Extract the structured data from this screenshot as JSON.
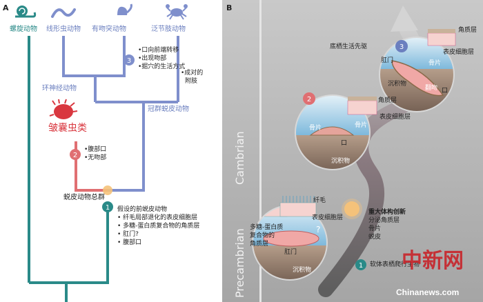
{
  "panel_a": {
    "letter": "A",
    "taxa_top": [
      "螺旋动物",
      "线形虫动物",
      "有吻突动物",
      "泛节肢动物"
    ],
    "clade_labels": {
      "cycloneuralia": "环神经动物",
      "crown_ecdysozoa": "冠群蜕皮动物",
      "palaeoscolecid": "皱囊虫类",
      "total_group": "蜕皮动物总群"
    },
    "node3": {
      "number": "3",
      "traits": [
        "•口向前端转移",
        "•出现吻部",
        "•掘穴的生活方式"
      ]
    },
    "panarthropod_trait": [
      "•成对的",
      "附肢"
    ],
    "node2": {
      "number": "2",
      "traits": [
        "•腹部口",
        "•无吻部"
      ]
    },
    "node1": {
      "number": "1",
      "title": "假设的前蜕皮动物",
      "traits": [
        "• 纤毛局部退化的表皮细胞层",
        "• 多糖-蛋白质复合物的角质层",
        "• 肛门?",
        "• 腹部口"
      ]
    },
    "colors": {
      "teal": "#2a8a88",
      "blue": "#7f8fcc",
      "red": "#e06f72"
    }
  },
  "panel_b": {
    "letter": "B",
    "eras": [
      "Cambrian",
      "Precambrian"
    ],
    "stage1": {
      "cilia": "纤毛",
      "cuticle_complex": [
        "多糖-蛋白质",
        "复合物的",
        "角质层"
      ],
      "epidermis": "表皮细胞层",
      "anus": "肛门",
      "sediment": "沉积物",
      "question": "?",
      "number": "1",
      "caption": "软体表栖爬行生物"
    },
    "innovation": {
      "title": "重大体构创新",
      "items": [
        "分泌角质层",
        "骨片",
        "蜕皮"
      ]
    },
    "stage2": {
      "number": "2",
      "cuticle": "角质层",
      "epidermis": "表皮细胞层",
      "sclerite_left": "骨片",
      "sclerite_right": "骨片",
      "mouth": "口",
      "sediment": "沉积物"
    },
    "stage3": {
      "number": "3",
      "caption": "底栖生活先驱",
      "cuticle": "角质层",
      "epidermis": "表皮细胞层",
      "anus": "肛门",
      "sclerite": "骨片",
      "sediment": "沉积物",
      "introvert": "翻吻",
      "mouth": "口"
    }
  },
  "watermark": {
    "brand": "中新网",
    "url": "Chinanews.com"
  }
}
